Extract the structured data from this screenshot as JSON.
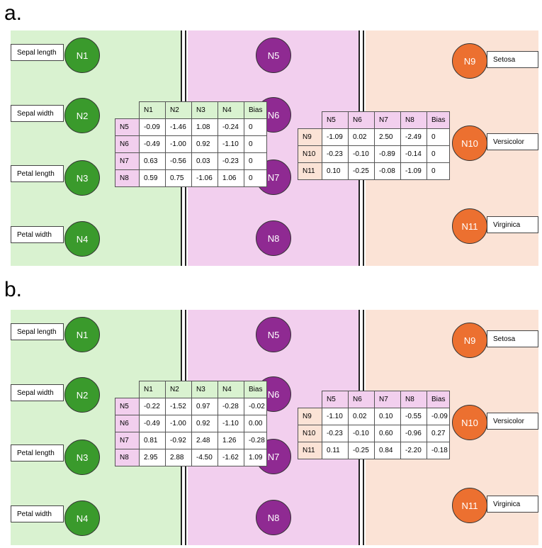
{
  "panels": [
    {
      "label": "a.",
      "inputs": [
        "Sepal length",
        "Sepal width",
        "Petal length",
        "Petal width"
      ],
      "input_nodes": [
        "N1",
        "N2",
        "N3",
        "N4"
      ],
      "hidden_nodes": [
        "N5",
        "N6",
        "N7",
        "N8"
      ],
      "output_nodes": [
        "N9",
        "N10",
        "N11"
      ],
      "outputs": [
        "Setosa",
        "Versicolor",
        "Virginica"
      ],
      "table1": {
        "cols": [
          "N1",
          "N2",
          "N3",
          "N4",
          "Bias"
        ],
        "rows": [
          {
            "name": "N5",
            "vals": [
              "-0.09",
              "-1.46",
              "1.08",
              "-0.24",
              "0"
            ]
          },
          {
            "name": "N6",
            "vals": [
              "-0.49",
              "-1.00",
              "0.92",
              "-1.10",
              "0"
            ]
          },
          {
            "name": "N7",
            "vals": [
              "0.63",
              "-0.56",
              "0.03",
              "-0.23",
              "0"
            ]
          },
          {
            "name": "N8",
            "vals": [
              "0.59",
              "0.75",
              "-1.06",
              "1.06",
              "0"
            ]
          }
        ]
      },
      "table2": {
        "cols": [
          "N5",
          "N6",
          "N7",
          "N8",
          "Bias"
        ],
        "rows": [
          {
            "name": "N9",
            "vals": [
              "-1.09",
              "0.02",
              "2.50",
              "-2.49",
              "0"
            ]
          },
          {
            "name": "N10",
            "vals": [
              "-0.23",
              "-0.10",
              "-0.89",
              "-0.14",
              "0"
            ]
          },
          {
            "name": "N11",
            "vals": [
              "0.10",
              "-0.25",
              "-0.08",
              "-1.09",
              "0"
            ]
          }
        ]
      }
    },
    {
      "label": "b.",
      "inputs": [
        "Sepal length",
        "Sepal width",
        "Petal length",
        "Petal width"
      ],
      "input_nodes": [
        "N1",
        "N2",
        "N3",
        "N4"
      ],
      "hidden_nodes": [
        "N5",
        "N6",
        "N7",
        "N8"
      ],
      "output_nodes": [
        "N9",
        "N10",
        "N11"
      ],
      "outputs": [
        "Setosa",
        "Versicolor",
        "Virginica"
      ],
      "table1": {
        "cols": [
          "N1",
          "N2",
          "N3",
          "N4",
          "Bias"
        ],
        "rows": [
          {
            "name": "N5",
            "vals": [
              "-0.22",
              "-1.52",
              "0.97",
              "-0.28",
              "-0.02"
            ]
          },
          {
            "name": "N6",
            "vals": [
              "-0.49",
              "-1.00",
              "0.92",
              "-1.10",
              "0.00"
            ]
          },
          {
            "name": "N7",
            "vals": [
              "0.81",
              "-0.92",
              "2.48",
              "1.26",
              "-0.28"
            ]
          },
          {
            "name": "N8",
            "vals": [
              "2.95",
              "2.88",
              "-4.50",
              "-1.62",
              "1.09"
            ]
          }
        ]
      },
      "table2": {
        "cols": [
          "N5",
          "N6",
          "N7",
          "N8",
          "Bias"
        ],
        "rows": [
          {
            "name": "N9",
            "vals": [
              "-1.10",
              "0.02",
              "0.10",
              "-0.55",
              "-0.09"
            ]
          },
          {
            "name": "N10",
            "vals": [
              "-0.23",
              "-0.10",
              "0.60",
              "-0.96",
              "0.27"
            ]
          },
          {
            "name": "N11",
            "vals": [
              "0.11",
              "-0.25",
              "0.84",
              "-2.20",
              "-0.18"
            ]
          }
        ]
      }
    }
  ],
  "colors": {
    "input_band": "#d9f2d0",
    "hidden_band": "#f2cfee",
    "output_band": "#fbe3d6",
    "input_node": "#3a9a2c",
    "hidden_node": "#8f2a92",
    "output_node": "#ec7030"
  }
}
